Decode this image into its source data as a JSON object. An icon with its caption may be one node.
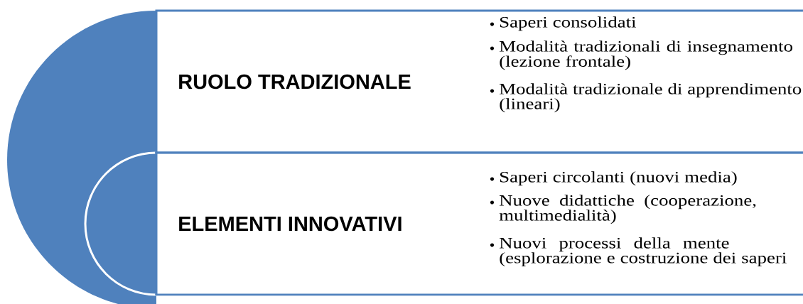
{
  "diagram": {
    "nodes": [
      {
        "text": [
          "RUOLO TRADIZIONALE",
          "Saperi consolidati",
          "Modalità tradizionali di insegnamento (lezione frontale)",
          "Modalità tradizionale di apprendimento (lineari)"
        ]
      },
      {
        "text": [
          "ELEMENTI INNOVATIVI",
          "Saperi circolanti (nuovi media)",
          "Nuove didattiche (cooperazione, multimedialità)",
          "Nuovi processi della mente (esplorazione e costruzione dei saperi"
        ]
      }
    ]
  }
}
